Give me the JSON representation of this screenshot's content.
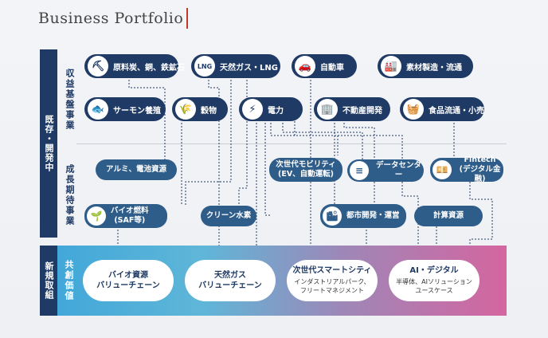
{
  "title": "Business Portfolio",
  "left_labels": {
    "existing_growth": "既存・開発中",
    "revenue_base": "収益基盤事業",
    "growth_expected": "成長期待事業",
    "new_initiatives": "新規取組",
    "co_creation": "共創価値"
  },
  "revenue_base": [
    {
      "icon": "mine-cart-icon",
      "glyph": "⛏",
      "label": "原料炭、銅、鉄鉱石"
    },
    {
      "icon": "lng-tank-icon",
      "glyph": "LNG",
      "label": "天然ガス・LNG"
    },
    {
      "icon": "car-icon",
      "glyph": "🚗",
      "label": "自動車"
    },
    {
      "icon": "factory-icon",
      "glyph": "🏭",
      "label": "素材製造・流通"
    },
    {
      "icon": "fish-icon",
      "glyph": "🐟",
      "label": "サーモン養殖"
    },
    {
      "icon": "wheat-icon",
      "glyph": "🌾",
      "label": "穀物"
    },
    {
      "icon": "battery-icon",
      "glyph": "⚡",
      "label": "電力"
    },
    {
      "icon": "building-icon",
      "glyph": "🏢",
      "label": "不動産開発"
    },
    {
      "icon": "basket-icon",
      "glyph": "🧺",
      "label": "食品流通・小売"
    }
  ],
  "growth_expected": [
    {
      "icon": "",
      "label": "アルミ、電池資源"
    },
    {
      "icon": "",
      "label": "次世代モビリティ\n(EV、自動運転)"
    },
    {
      "icon": "database-icon",
      "glyph": "≡",
      "label": "データセンター"
    },
    {
      "icon": "money-icon",
      "glyph": "💴",
      "label": "Fintech\n(デジタル金融)"
    },
    {
      "icon": "sprout-icon",
      "glyph": "🌱",
      "label": "バイオ燃料\n(SAF等)"
    },
    {
      "icon": "",
      "label": "クリーン水素"
    },
    {
      "icon": "city-icon",
      "glyph": "🏙",
      "label": "都市開発・運営"
    },
    {
      "icon": "",
      "label": "計算資源"
    }
  ],
  "value_chains": [
    {
      "title": "バイオ資源\nバリューチェーン",
      "sub": ""
    },
    {
      "title": "天然ガス\nバリューチェーン",
      "sub": ""
    },
    {
      "title": "次世代スマートシティ",
      "sub": "インダストリアルパーク、\nフリートマネジメント"
    },
    {
      "title": "AI・デジタル",
      "sub": "半導体、AIソリューション\nユースケース"
    }
  ],
  "colors": {
    "navy": "#1f3a64",
    "mid_blue": "#2f5d8a",
    "accent_red": "#c0392b"
  }
}
